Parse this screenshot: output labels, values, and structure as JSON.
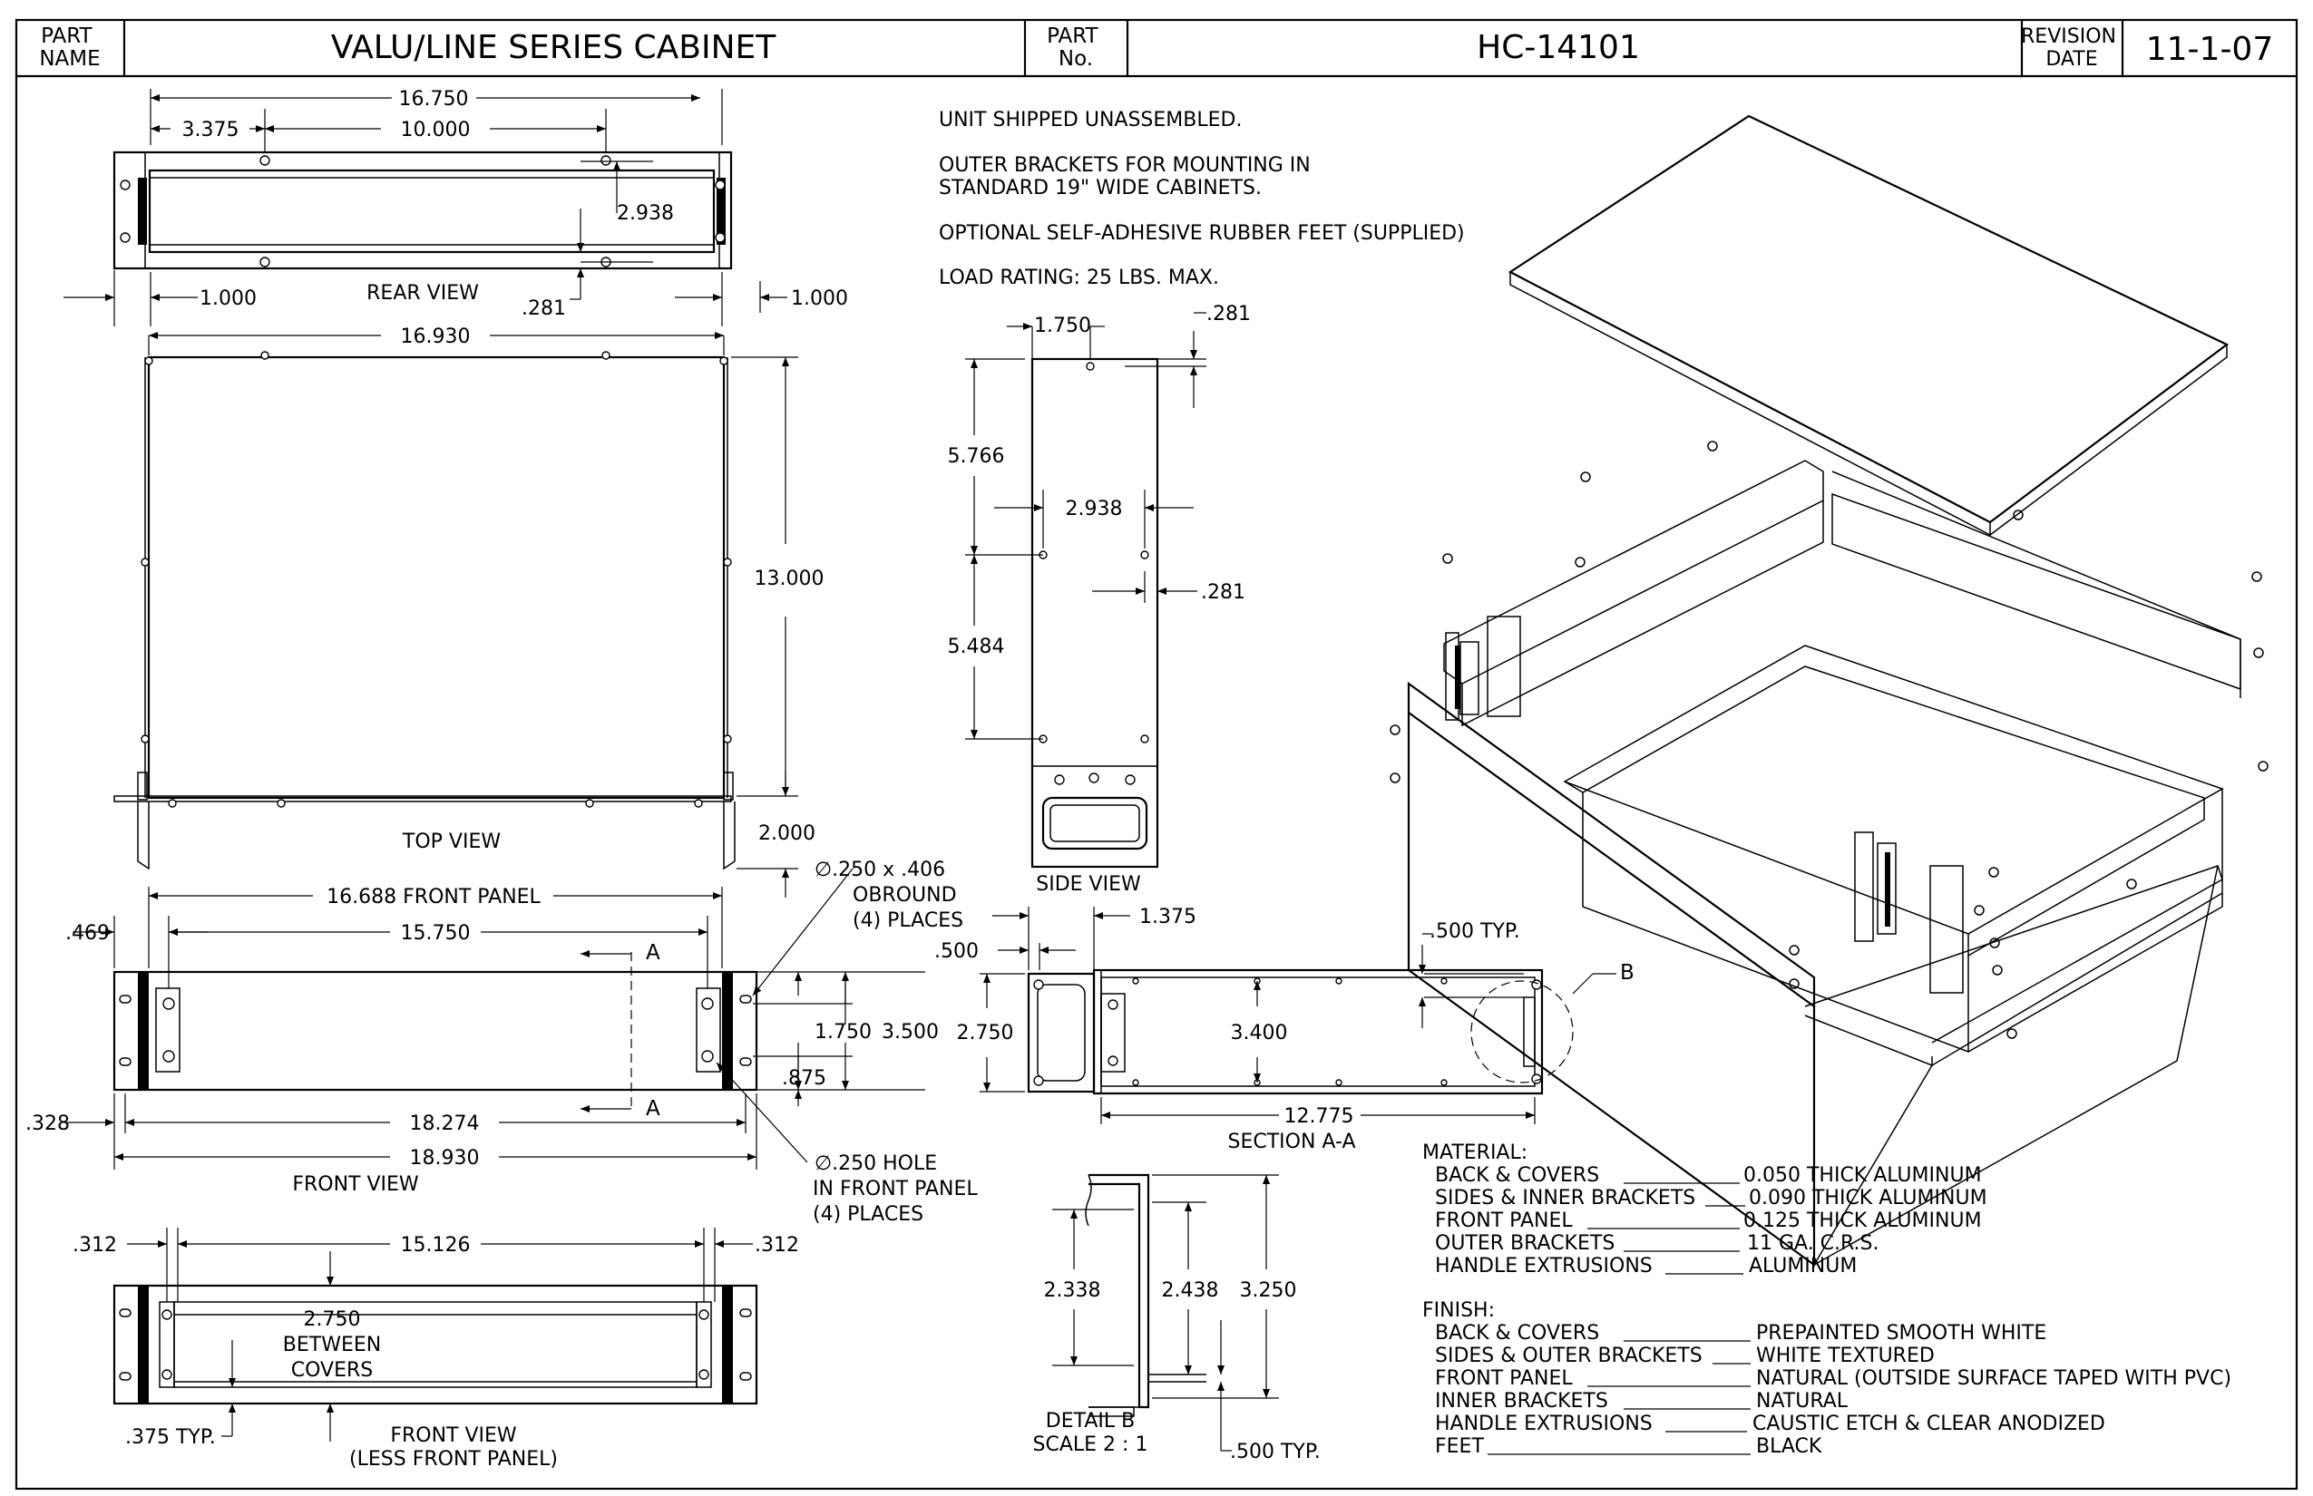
{
  "title_block": {
    "part_name_label": "PART\nNAME",
    "part_name": "VALU/LINE SERIES CABINET",
    "part_no_label": "PART\nNo.",
    "part_no": "HC-14101",
    "revision_label": "REVISION\nDATE",
    "revision_date": "11-1-07"
  },
  "notes": [
    "UNIT SHIPPED UNASSEMBLED.",
    "OUTER BRACKETS FOR MOUNTING IN\nSTANDARD 19\" WIDE CABINETS.",
    "OPTIONAL SELF-ADHESIVE RUBBER FEET (SUPPLIED)",
    "LOAD RATING:  25 LBS. MAX."
  ],
  "rear_view": {
    "label": "REAR VIEW",
    "dims": [
      "16.750",
      "3.375",
      "10.000",
      "2.938",
      ".281",
      "1.000",
      "1.000"
    ]
  },
  "top_view": {
    "label": "TOP VIEW",
    "dims": [
      "16.930",
      "13.000",
      "2.000"
    ]
  },
  "side_view": {
    "label": "SIDE VIEW",
    "dims": [
      "1.750",
      ".281",
      "5.766",
      "2.938",
      ".281",
      "5.484"
    ]
  },
  "front_view": {
    "label": "FRONT VIEW",
    "dims": [
      "16.688 FRONT PANEL",
      ".469",
      "15.750",
      "1.750",
      "3.500",
      ".875",
      ".328",
      "18.274",
      "18.930"
    ],
    "section_marks": [
      "A",
      "A"
    ],
    "callout_obround": "∅.250 x .406\nOBROUND\n(4) PLACES",
    "callout_hole": "∅.250 HOLE\nIN FRONT PANEL\n(4) PLACES"
  },
  "front_view_less_panel": {
    "label": "FRONT VIEW\n(LESS FRONT PANEL)",
    "dims": [
      ".312",
      "15.126",
      ".312",
      ".375 TYP."
    ],
    "between": "2.750\nBETWEEN\nCOVERS"
  },
  "section_aa": {
    "label": "SECTION A-A",
    "dims": [
      ".500",
      "1.375",
      ".500 TYP.",
      "2.750",
      "3.400",
      "12.775"
    ],
    "detail_mark": "B"
  },
  "detail_b": {
    "label": "DETAIL B\nSCALE 2 : 1",
    "dims": [
      "2.338",
      "2.438",
      "3.250",
      ".500 TYP."
    ]
  },
  "material": {
    "heading": "MATERIAL:",
    "rows": [
      {
        "item": "BACK & COVERS",
        "spec": "0.050 THICK ALUMINUM"
      },
      {
        "item": "SIDES & INNER BRACKETS",
        "spec": "0.090 THICK ALUMINUM"
      },
      {
        "item": "FRONT PANEL",
        "spec": "0.125 THICK ALUMINUM"
      },
      {
        "item": "OUTER BRACKETS",
        "spec": "11 GA. C.R.S."
      },
      {
        "item": "HANDLE EXTRUSIONS",
        "spec": "ALUMINUM"
      }
    ]
  },
  "finish": {
    "heading": "FINISH:",
    "rows": [
      {
        "item": "BACK & COVERS",
        "spec": "PREPAINTED SMOOTH WHITE"
      },
      {
        "item": "SIDES & OUTER BRACKETS",
        "spec": "WHITE TEXTURED"
      },
      {
        "item": "FRONT PANEL",
        "spec": "NATURAL (OUTSIDE SURFACE TAPED WITH PVC)"
      },
      {
        "item": "INNER BRACKETS",
        "spec": "NATURAL"
      },
      {
        "item": "HANDLE EXTRUSIONS",
        "spec": "CAUSTIC ETCH & CLEAR ANODIZED"
      },
      {
        "item": "FEET",
        "spec": "BLACK"
      }
    ]
  }
}
